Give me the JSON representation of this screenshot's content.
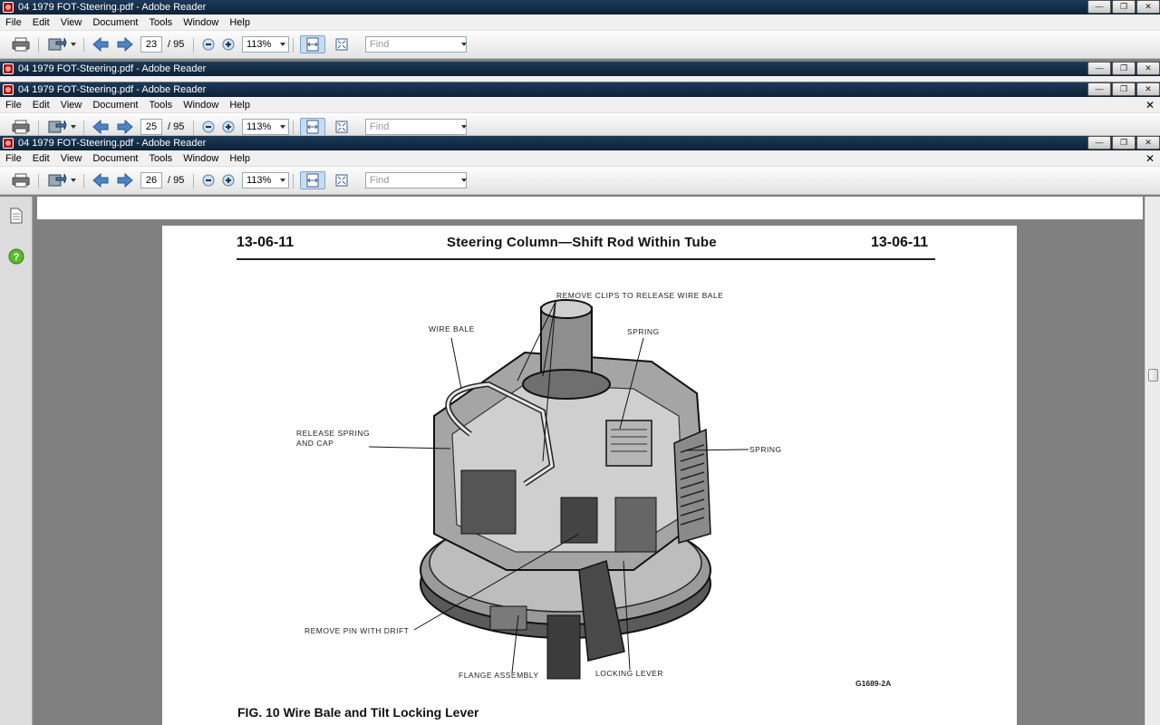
{
  "windows": [
    {
      "title": "04 1979 FOT-Steering.pdf - Adobe Reader",
      "page": "23",
      "total": "/ 95",
      "zoom": "113%"
    },
    {
      "title": "04 1979 FOT-Steering.pdf - Adobe Reader"
    },
    {
      "title": "04 1979 FOT-Steering.pdf - Adobe Reader",
      "page": "25",
      "total": "/ 95",
      "zoom": "113%"
    },
    {
      "title": "04 1979 FOT-Steering.pdf - Adobe Reader",
      "page": "26",
      "total": "/ 95",
      "zoom": "113%"
    }
  ],
  "menu": [
    "File",
    "Edit",
    "View",
    "Document",
    "Tools",
    "Window",
    "Help"
  ],
  "find_placeholder": "Find",
  "document": {
    "header_left": "13-06-11",
    "header_title": "Steering Column—Shift Rod Within Tube",
    "header_right": "13-06-11",
    "labels": {
      "remove_clips": "REMOVE CLIPS TO RELEASE WIRE BALE",
      "wire_bale": "WIRE BALE",
      "spring_top": "SPRING",
      "release_spring_1": "RELEASE SPRING",
      "release_spring_2": "AND CAP",
      "spring_right": "SPRING",
      "remove_pin": "REMOVE PIN WITH DRIFT",
      "flange_assembly": "FLANGE ASSEMBLY",
      "locking_lever": "LOCKING LEVER"
    },
    "figure_code": "G1689-2A",
    "figure_caption": "FIG. 10  Wire Bale and Tilt Locking Lever"
  },
  "icon_names": [
    "print-icon",
    "share-icon",
    "prev-page-icon",
    "next-page-icon",
    "zoom-out-icon",
    "zoom-in-icon",
    "fit-page-icon",
    "fit-width-icon",
    "pages-panel-icon",
    "help-icon"
  ]
}
